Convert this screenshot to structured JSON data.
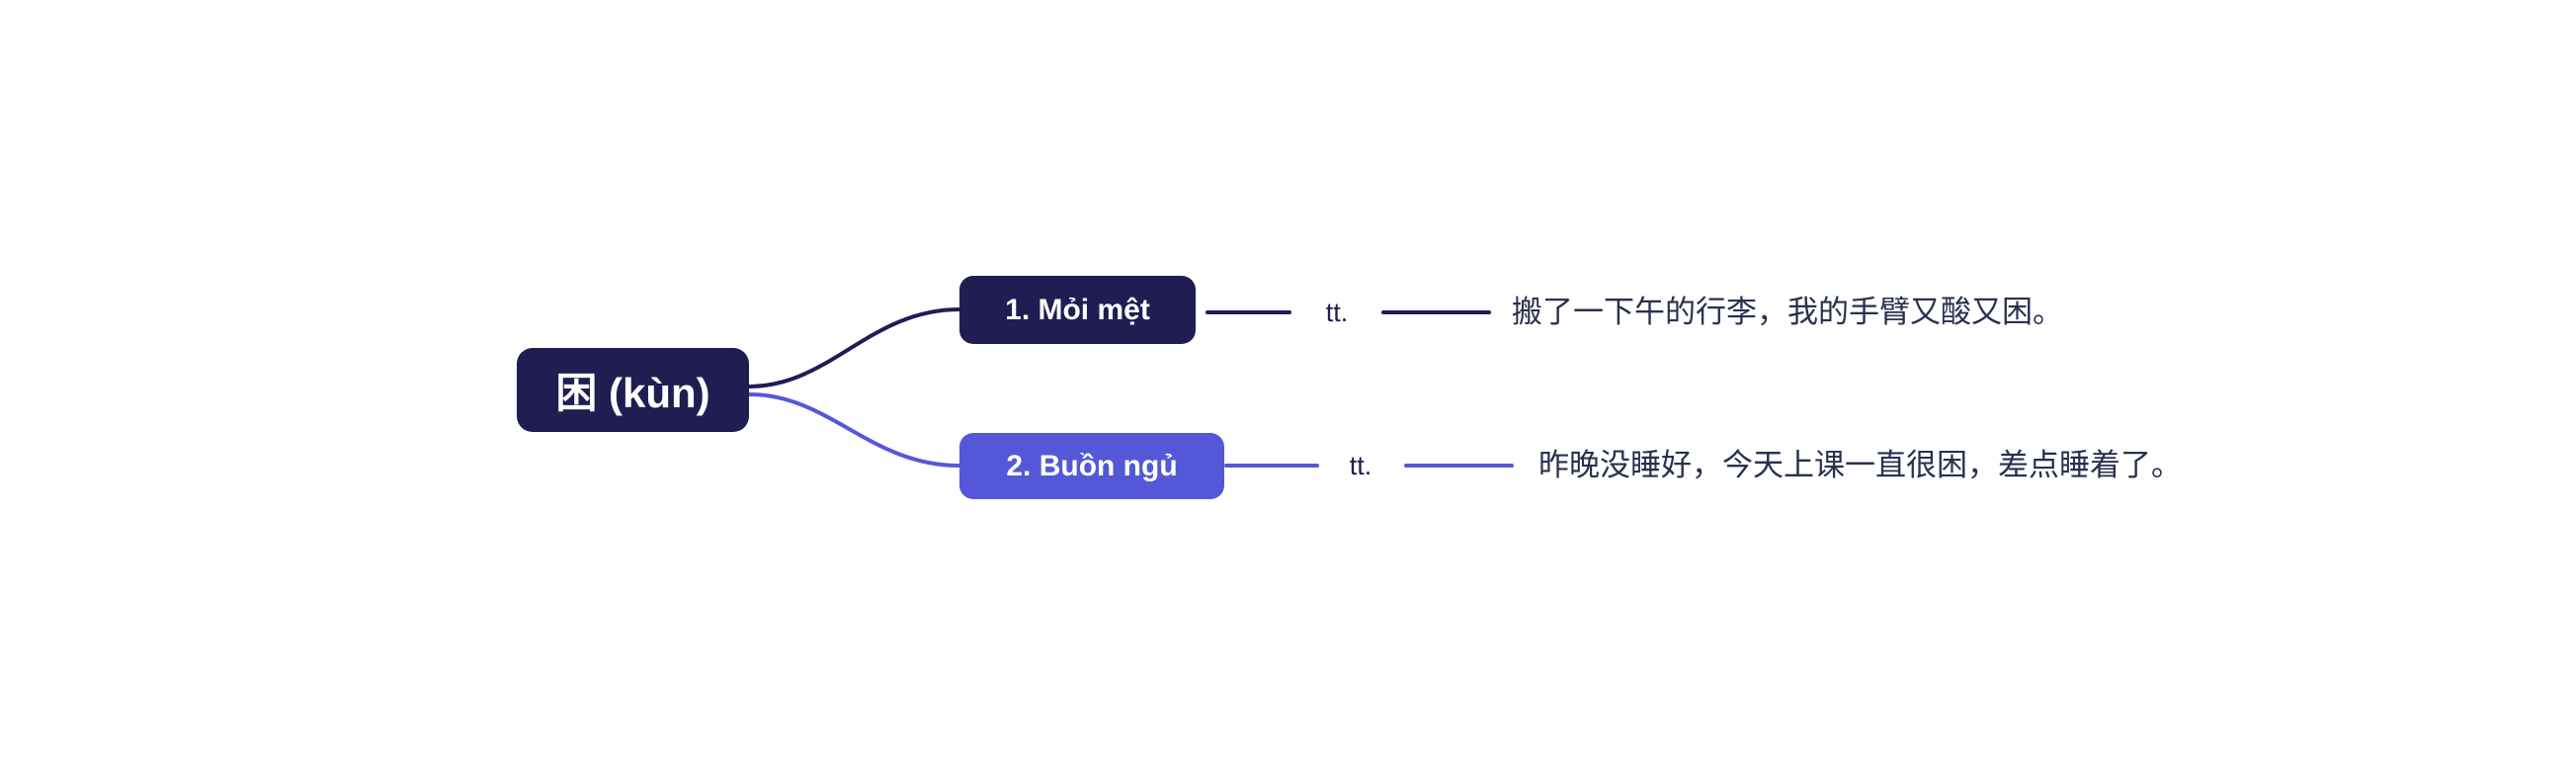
{
  "colors": {
    "dark_navy": "#201d53",
    "blue_violet": "#5458d8",
    "sentence_text": "#293050",
    "node_text": "#ffffff",
    "canvas_background": "#ffffff"
  },
  "mindmap": {
    "root_label": "困 (kùn)",
    "branches": [
      {
        "label": "1. Mỏi mệt",
        "pos": "tt.",
        "example": "搬了一下午的行李，我的手臂又酸又困。"
      },
      {
        "label": "2. Buồn ngủ",
        "pos": "tt.",
        "example": "昨晚没睡好，今天上课一直很困，差点睡着了。"
      }
    ]
  }
}
